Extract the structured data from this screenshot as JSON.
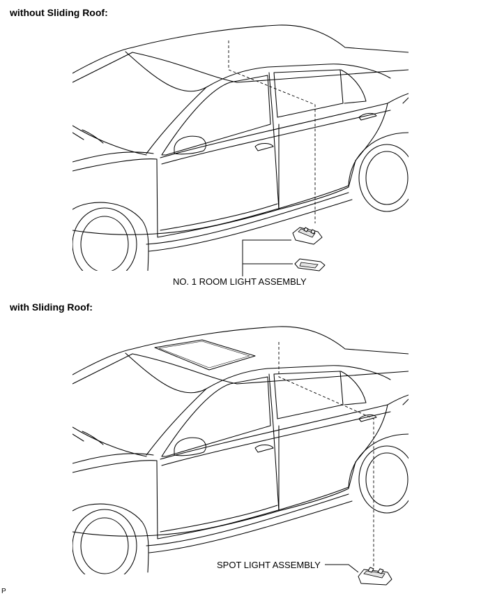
{
  "sections": [
    {
      "heading": "without Sliding Roof:",
      "callout": "NO. 1 ROOM LIGHT ASSEMBLY"
    },
    {
      "heading": "with Sliding Roof:",
      "callout": "SPOT LIGHT ASSEMBLY"
    }
  ],
  "corner_mark": "P",
  "icons": [
    "car-outline-icon",
    "room-light-icon",
    "room-light-lens-icon",
    "spot-light-icon",
    "sunroof-icon"
  ]
}
